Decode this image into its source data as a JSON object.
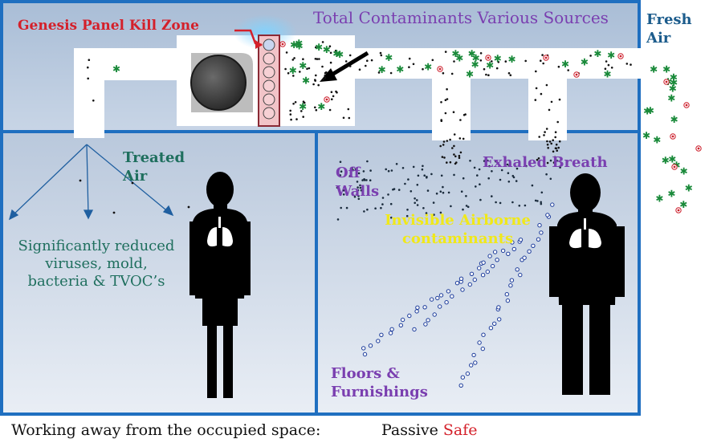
{
  "labels": {
    "top_title": "Total Contaminants Various Sources",
    "kill_zone": "Genesis Panel Kill Zone",
    "fresh_air": "Fresh Air",
    "treated_air": "Treated Air",
    "reduced": "Significantly reduced viruses, mold, bacteria & TVOC’s",
    "off_walls": "Off Walls",
    "exhaled_breath": "Exhaled Breath",
    "invisible": "Invisible Airborne contaminants",
    "floors": "Floors & Furnishings"
  },
  "footer": {
    "text": "Working away from the occupied space:",
    "passive": "Passive",
    "safe": "Safe"
  },
  "colors": {
    "panel_blue": "#1f6fc0",
    "contaminant_red": "#cc1e2b",
    "contaminant_green": "#1a8a3a",
    "title_purple": "#7a3fb0",
    "treated_green": "#1f6f5e",
    "airborne_yellow": "#f0e81a"
  },
  "icons": [
    "air-handler-fan-icon",
    "filter-panel-icon",
    "woman-silhouette-icon",
    "man-silhouette-icon",
    "lungs-icon",
    "arrow-icon"
  ]
}
